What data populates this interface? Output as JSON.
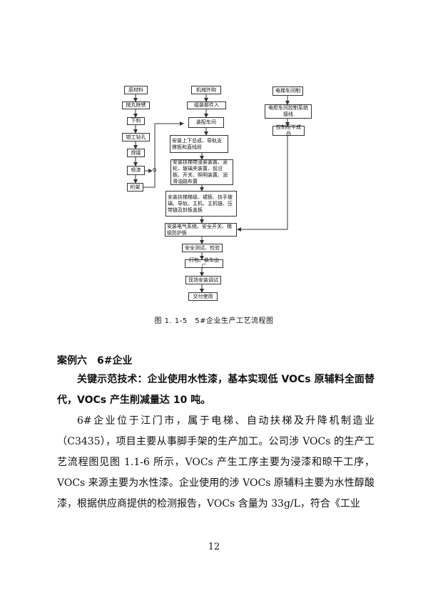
{
  "flowchart": {
    "col1": [
      "原材料",
      "抛丸除锈",
      "下料",
      "钳工钻孔",
      "焊接",
      "喷漆",
      "桁架"
    ],
    "spray_out": "G",
    "col2": [
      "机械外购",
      "组装部件入",
      "装配车间"
    ],
    "col3": [
      "电梯车间制",
      "电柜车间控制系统接线",
      "控制柜半成品"
    ],
    "steps": [
      "安装上下总成、导轨支撑板和直线段",
      "安装扶梯带涨紧装置、滚轮、玻璃夹装置、前沿板、开关、照明装置、润滑油路布置",
      "安装扶梯梯级、裙板、扶手玻璃、导轨、主机、主机链、压带链及封板盖板",
      "安装电气系统、安全开关、梯级防护板",
      "安全测试、检验",
      "打包、装车出厂",
      "现场安装调试",
      "交付使用"
    ]
  },
  "caption": "图 1. 1-5　5#企业生产工艺流程图",
  "case_heading": "案例六　6#企业",
  "key_tech": "关键示范技术：企业使用水性漆，基本实现低 VOCs 原辅料全面替代，VOCs 产生削减量达 10 吨。",
  "body_text": "6#企业位于江门市，属于电梯、自动扶梯及升降机制造业（C3435），项目主要从事脚手架的生产加工。公司涉 VOCs 的生产工艺流程图见图 1.1-6 所示，VOCs 产生工序主要为浸漆和晾干工序，VOCs 来源主要为水性漆。企业使用的涉 VOCs 原辅料主要为水性醇酸漆，根据供应商提供的检测报告，VOCs 含量为 33g/L，符合《工业",
  "page_number": "12"
}
